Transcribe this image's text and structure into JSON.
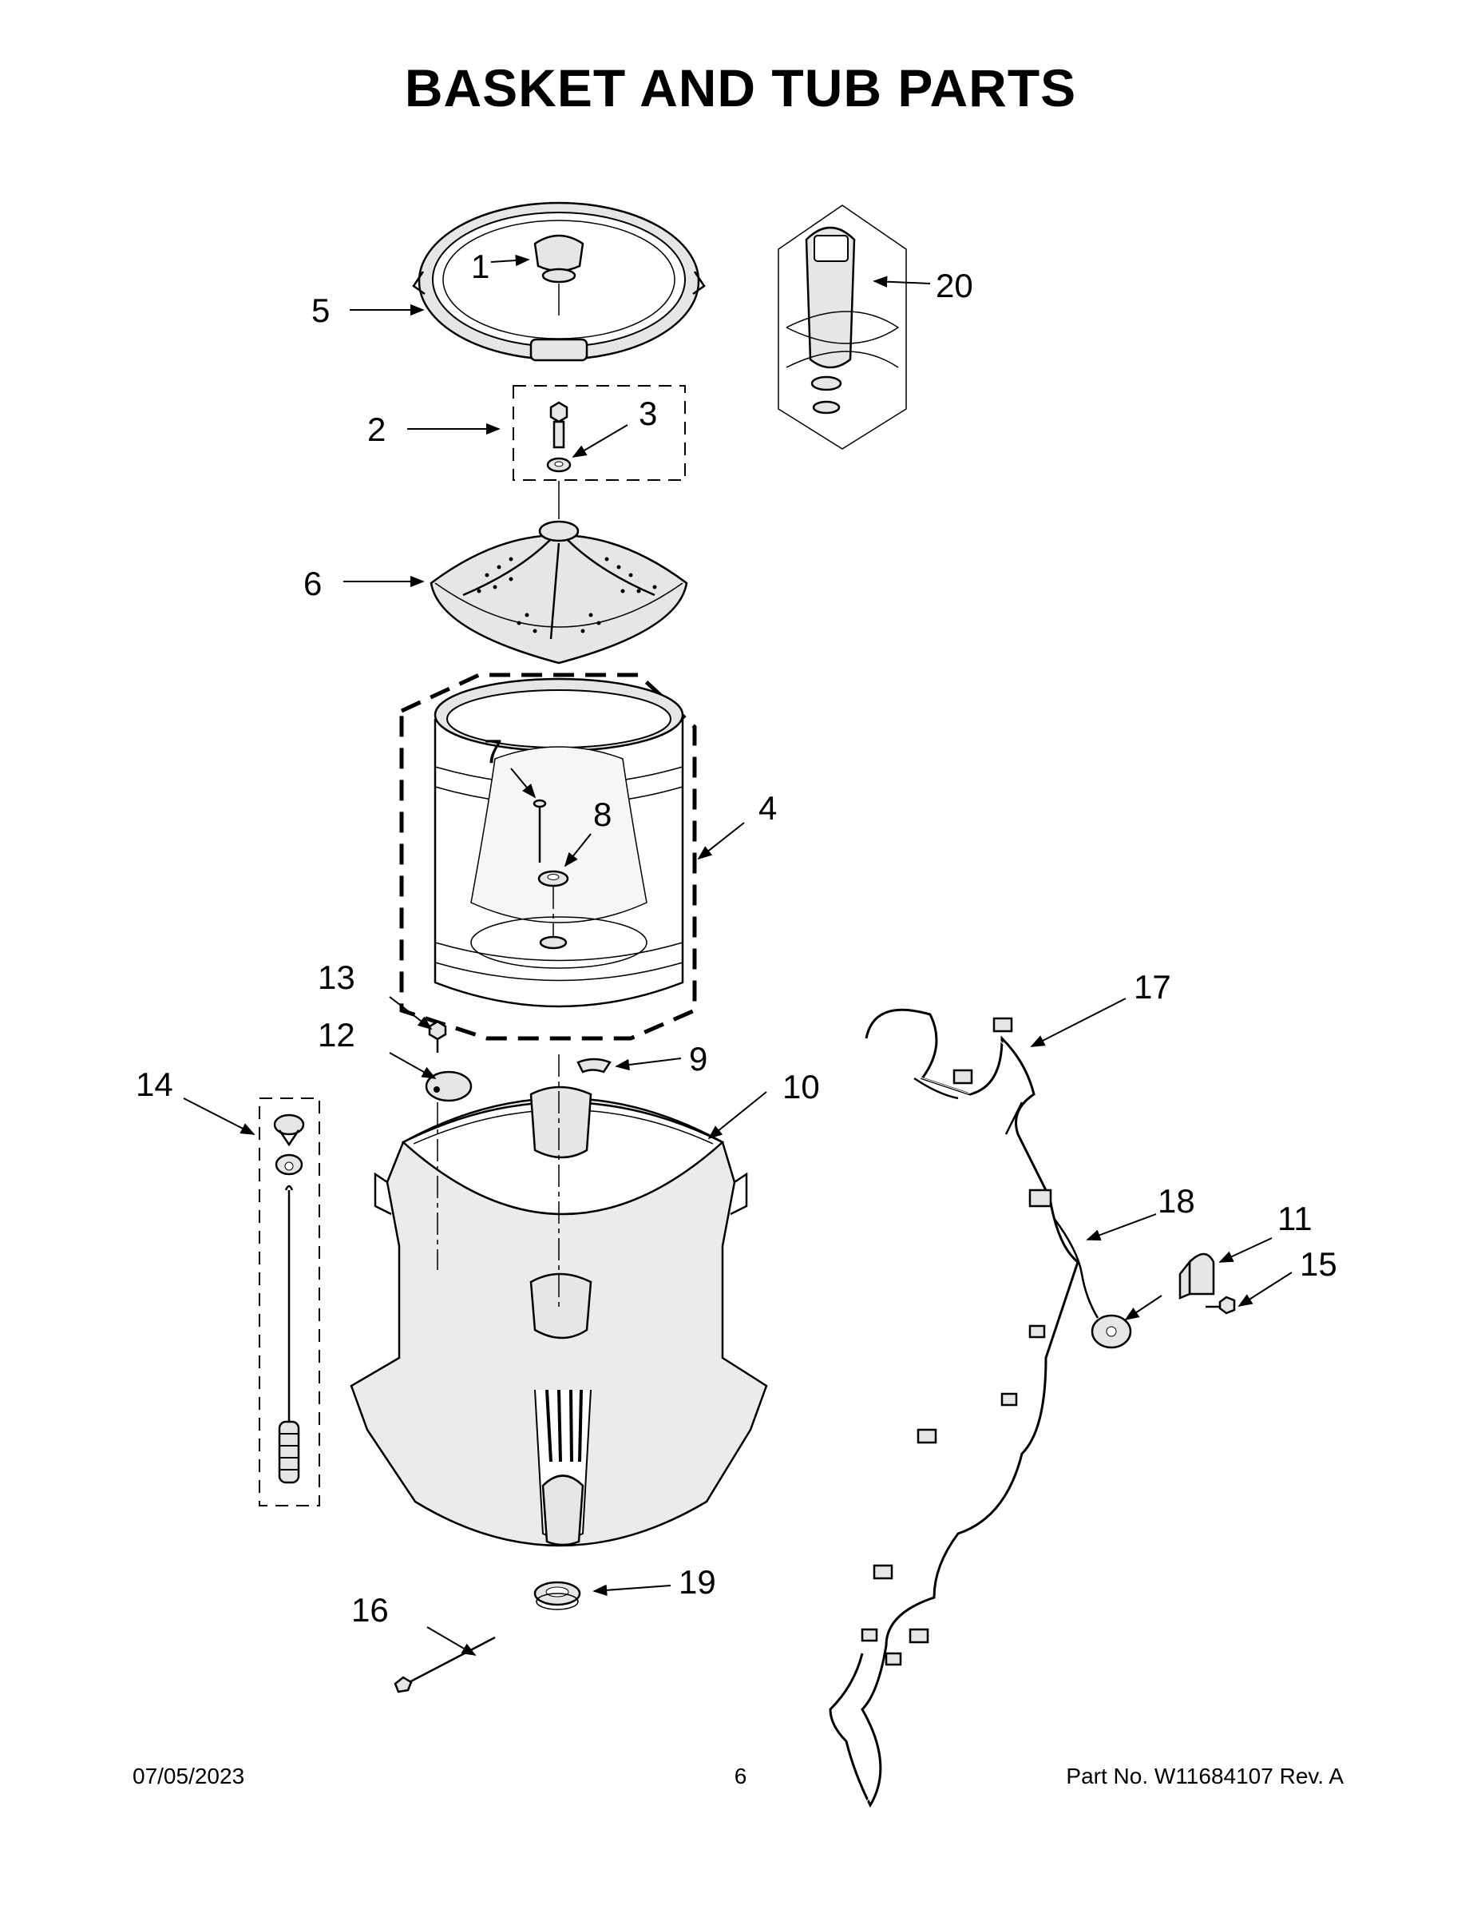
{
  "title": "BASKET AND TUB PARTS",
  "callouts": {
    "c1": "1",
    "c2": "2",
    "c3": "3",
    "c4": "4",
    "c5": "5",
    "c6": "6",
    "c7": "7",
    "c8": "8",
    "c9": "9",
    "c10": "10",
    "c11": "11",
    "c12": "12",
    "c13": "13",
    "c14": "14",
    "c15": "15",
    "c16": "16",
    "c17": "17",
    "c18": "18",
    "c19": "19",
    "c20": "20"
  },
  "footer": {
    "date": "07/05/2023",
    "page": "6",
    "part": "Part No.  W11684107  Rev.  A"
  }
}
